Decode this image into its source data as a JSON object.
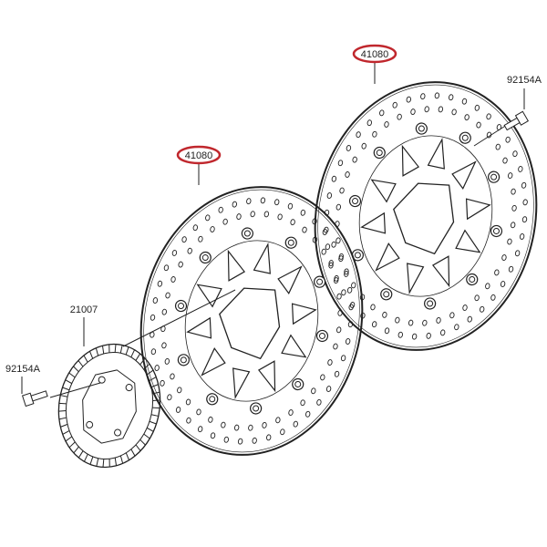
{
  "callouts": {
    "disc_right": "41080",
    "disc_left": "41080",
    "bolt_right": "92154A",
    "bolt_left": "92154A",
    "abs_ring": "21007"
  },
  "colors": {
    "highlight": "#c0272d",
    "line": "#222222"
  }
}
